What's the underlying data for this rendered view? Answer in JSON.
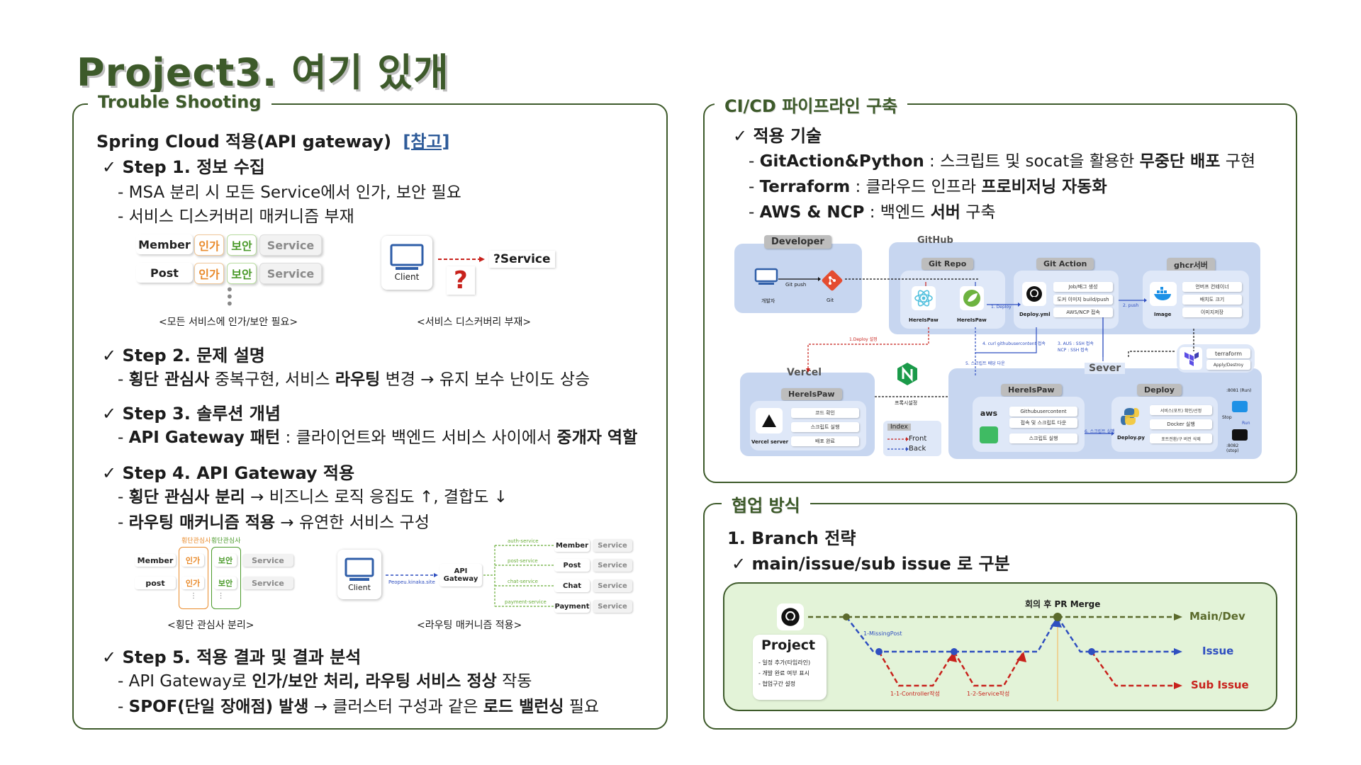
{
  "title": "Project3. 여기 있개",
  "trouble": {
    "label": "Trouble Shooting",
    "heading": "Spring Cloud 적용(API gateway)",
    "ref": "[참고]",
    "step1": {
      "title": "✓ Step 1. 정보 수집",
      "l1": "- MSA 분리 시 모든 Service에서 인가, 보안 필요",
      "l2": "- 서비스 디스커버리 매커니즘 부재"
    },
    "step2": {
      "title": "✓ Step 2. 문제 설명",
      "l1a": "- ",
      "l1b": "횡단 관심사",
      "l1c": " 중복구현, 서비스 ",
      "l1d": "라우팅",
      "l1e": " 변경  → 유지 보수 난이도 상승"
    },
    "step3": {
      "title": "✓ Step 3. 솔루션 개념",
      "l1a": "- ",
      "l1b": "API Gateway 패턴",
      "l1c": " : 클라이언트와 백엔드 서비스 사이에서 ",
      "l1d": "중개자 역할"
    },
    "step4": {
      "title": "✓ Step 4. API Gateway 적용",
      "l1a": "- ",
      "l1b": "횡단 관심사 분리",
      "l1c": " → 비즈니스 로직 응집도 ↑, 결합도 ↓",
      "l2a": "- ",
      "l2b": "라우팅 매커니즘 적용",
      "l2c": " → 유연한 서비스 구성"
    },
    "step5": {
      "title": "✓ Step 5. 적용 결과 및 결과 분석",
      "l1a": "- API Gateway로 ",
      "l1b": "인가/보안 처리, 라우팅 서비스 정상",
      "l1c": " 작동",
      "l2a": "- ",
      "l2b": "SPOF(단일 장애점) 발생",
      "l2c": " → 클러스터 구성과 같은 ",
      "l2d": "로드 밸런싱",
      "l2e": " 필요"
    },
    "fig1": {
      "rows": [
        {
          "name": "Member",
          "auth": "인가",
          "sec": "보안",
          "svc": "Service"
        },
        {
          "name": "Post",
          "auth": "인가",
          "sec": "보안",
          "svc": "Service"
        }
      ],
      "caption": "<모든 서비스에 인가/보안 필요>"
    },
    "fig2": {
      "client": "Client",
      "service": "?Service",
      "q": "?",
      "caption": "<서비스 디스커버리 부재>"
    },
    "fig3": {
      "top_a": "횡단관심사",
      "top_b": "횡단관심사",
      "rows": [
        {
          "name": "Member",
          "auth": "인가",
          "sec": "보안",
          "svc": "Service"
        },
        {
          "name": "post",
          "auth": "인가",
          "sec": "보안",
          "svc": "Service"
        }
      ],
      "caption": "<횡단 관심사 분리>"
    },
    "fig4": {
      "client": "Client",
      "gateway": "API\nGateway",
      "gw_edge": "Peopeu.kinaka.site",
      "routes": [
        {
          "path": "auth-service",
          "name": "Member",
          "svc": "Service"
        },
        {
          "path": "post-service",
          "name": "Post",
          "svc": "Service"
        },
        {
          "path": "chat-service",
          "name": "Chat",
          "svc": "Service"
        },
        {
          "path": "payment-service",
          "name": "Payment",
          "svc": "Service"
        }
      ],
      "caption": "<라우팅 매커니즘 적용>"
    }
  },
  "cicd": {
    "label": "CI/CD 파이프라인 구축",
    "tech_title": "✓ 적용 기술",
    "t1a": "- ",
    "t1b": "GitAction&Python",
    "t1c": " : 스크립트 및 socat을 활용한 ",
    "t1d": "무중단 배포",
    "t1e": " 구현",
    "t2a": "- ",
    "t2b": "Terraform",
    "t2c": " : 클라우드 인프라 ",
    "t2d": "프로비저닝 자동화",
    "t3a": "- ",
    "t3b": "AWS & NCP",
    "t3c": " : 백엔드 ",
    "t3d": "서버",
    "t3e": " 구축",
    "diagram": {
      "developer": "Developer",
      "dev_user": "개발자",
      "git_push": "Git push",
      "git": "Git",
      "github": "GitHub",
      "git_repo": "Git Repo",
      "git_action": "Git Action",
      "ghcr": "ghcr서버",
      "heres1": "HereIsPaw",
      "heres2": "HereIsPaw",
      "deploy_yml": "Deploy.yml",
      "ga_cells": [
        "Job/배그 생성",
        "도커 이미지 build/push",
        "AWS/NCP 접속"
      ],
      "ghcr_cells": [
        "언버프 컨테이너",
        "배치도 크기",
        "이미지저장"
      ],
      "image": "Image",
      "vercel": "Vercel",
      "heres_v": "HereIsPaw",
      "vercel_server": "Vercel server",
      "vercel_cells": [
        "코드 확인",
        "스크립트 실행",
        "배포 완료"
      ],
      "sever": "Sever",
      "heres_s": "HereIsPaw",
      "deploy": "Deploy",
      "terraform": "terraform",
      "tf_sub": "Apply/Destroy",
      "s_cells": [
        "Githubusercontent",
        "접속 및 스크립트 다운",
        "스크립트 실행"
      ],
      "d_cells": [
        "서비스(포트) 확인/선정",
        "Docker 실행",
        "포트전환/구 버전 삭제"
      ],
      "deploy_py": "Deploy.py",
      "port_8081": ":8081 (Run)",
      "stop": "Stop",
      "run": "Run",
      "port_8082": ":8082 (stop)",
      "index": "Index",
      "front": "Front",
      "back": "Back",
      "edge_deploy": "1. Deploy",
      "edge_push": "2. push",
      "edge_vercel": "1.Deploy 설정",
      "edge_curl": "4. curl githubusercontent 접속",
      "edge_ssh": "3. AUS : SSH 접속\nNCP : SSH 접속",
      "edge_script": "5. 스크립트 배당 다운",
      "edge_run": "6. 스크립트 실행",
      "edge_proxy": "프록시설정"
    }
  },
  "collab": {
    "label": "협업 방식",
    "branch_title": "1. Branch 전략",
    "branch_sub": "✓ main/issue/sub issue 로 구분",
    "project": "Project",
    "notes": [
      "- 일정 추가(타임라인)",
      "- 개발 완료 여부 표시",
      "- 협업구간 설정"
    ],
    "merge": "회의 후 PR Merge",
    "main": "Main/Dev",
    "issue": "Issue",
    "sub": "Sub Issue",
    "e1": "1-MissingPost",
    "e2": "1-1-Controller작성",
    "e3": "1-2-Service작성"
  },
  "colors": {
    "green": "#3d5a2a",
    "blue": "#2f4fc0",
    "red": "#c8221c",
    "olive": "#5b6a2c",
    "bg_blue": "#c7d6f0",
    "bg_green": "#e3f3d8"
  }
}
